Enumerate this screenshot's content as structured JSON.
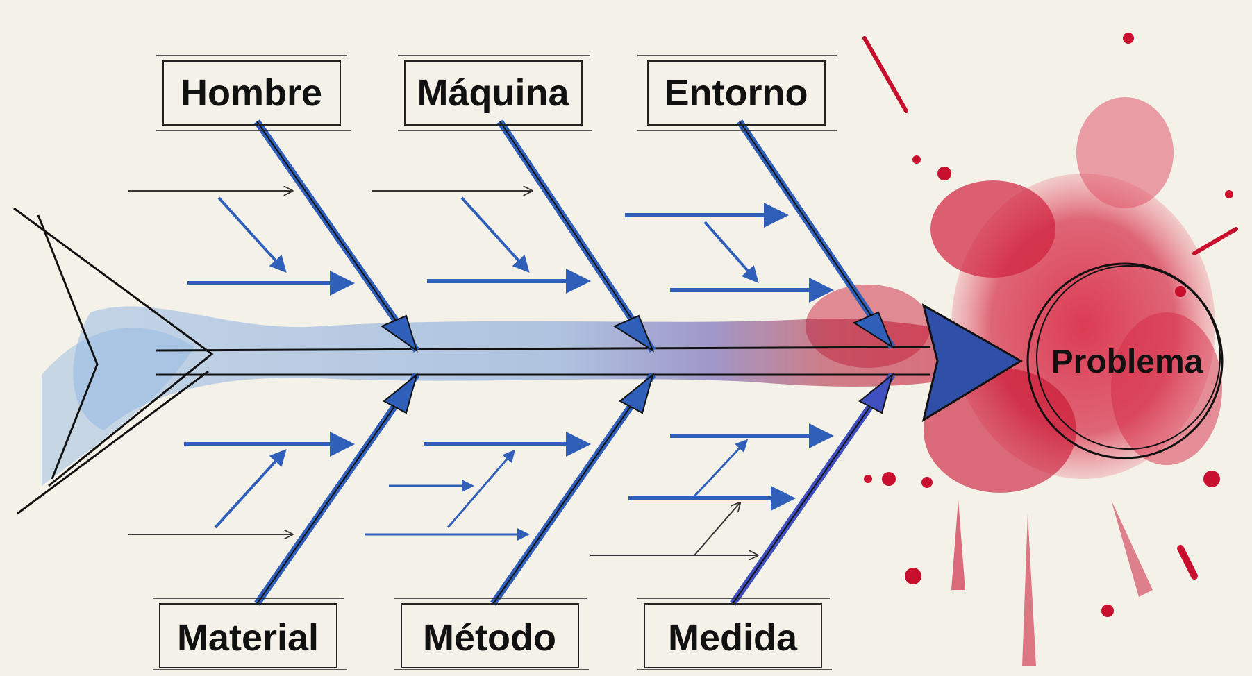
{
  "diagram": {
    "type": "ishikawa",
    "problem": "Problema",
    "categories_top": [
      "Hombre",
      "Máquina",
      "Entorno"
    ],
    "categories_bottom": [
      "Material",
      "Método",
      "Medida"
    ],
    "colors": {
      "background": "#f4f1e8",
      "spine_blue": "#2f5fb8",
      "watercolor_blue": "#8fb5e3",
      "splash_red": "#c8102e",
      "ink": "#111111"
    }
  }
}
